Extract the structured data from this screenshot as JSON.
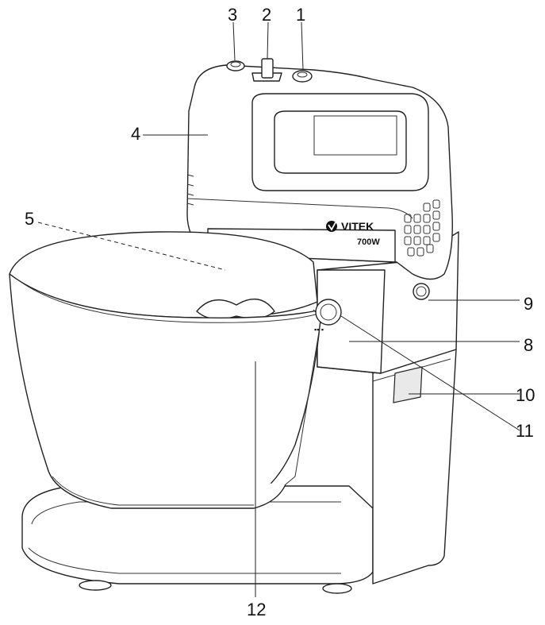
{
  "brand": {
    "logo_text": "VITEK",
    "power_label": "700W"
  },
  "callouts": [
    {
      "id": "1",
      "label": "1"
    },
    {
      "id": "2",
      "label": "2"
    },
    {
      "id": "3",
      "label": "3"
    },
    {
      "id": "4",
      "label": "4"
    },
    {
      "id": "5",
      "label": "5"
    },
    {
      "id": "8",
      "label": "8"
    },
    {
      "id": "9",
      "label": "9"
    },
    {
      "id": "10",
      "label": "10"
    },
    {
      "id": "11",
      "label": "11"
    },
    {
      "id": "12",
      "label": "12"
    }
  ],
  "colors": {
    "line": "#222222",
    "background": "#ffffff",
    "shade": "#e9e9e9"
  }
}
